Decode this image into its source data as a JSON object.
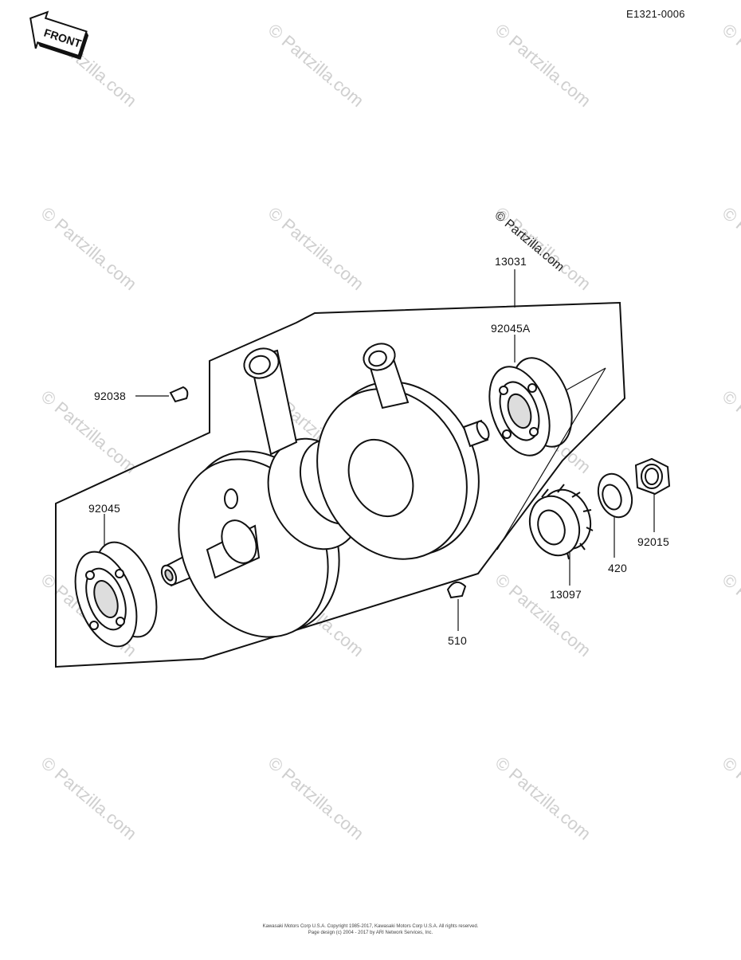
{
  "diagram_id": "E1321-0006",
  "front_label": "FRONT",
  "watermark": "© Partzilla.com",
  "watermark_feature": "© Partzilla.com",
  "parts": [
    {
      "id": "13031",
      "label": "13031"
    },
    {
      "id": "92045A",
      "label": "92045A"
    },
    {
      "id": "92038",
      "label": "92038"
    },
    {
      "id": "92045",
      "label": "92045"
    },
    {
      "id": "92015",
      "label": "92015"
    },
    {
      "id": "420",
      "label": "420"
    },
    {
      "id": "13097",
      "label": "13097"
    },
    {
      "id": "510",
      "label": "510"
    }
  ],
  "footer": {
    "line1": "Kawasaki Motors Corp U.S.A. Copyright 1985-2017, Kawasaki Motors Corp U.S.A. All rights reserved.",
    "line2": "Page design (c) 2004 - 2017 by ARI Network Services, Inc."
  }
}
